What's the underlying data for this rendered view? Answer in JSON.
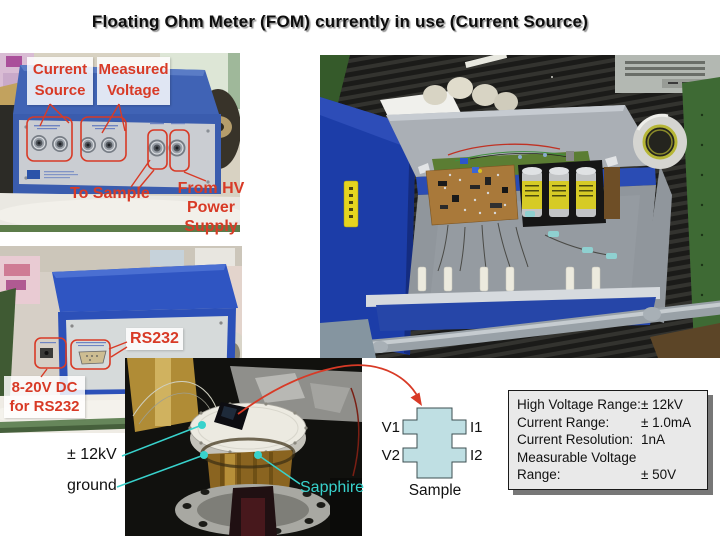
{
  "slide": {
    "title": "Floating Ohm Meter (FOM) currently in use (Current Source)"
  },
  "front_panel_photo": {
    "label_current_source": "Current Source",
    "label_measured_voltage": "Measured Voltage",
    "label_to_sample": "To Sample",
    "label_from_hv": "From HV Power Supply"
  },
  "back_panel_photo": {
    "label_rs232": "RS232",
    "label_dc_power": "8-20V DC for RS232"
  },
  "sample_photo": {
    "label_high_voltage": "± 12kV",
    "label_ground": "ground",
    "label_sapphire": "Sapphire"
  },
  "sample_diagram": {
    "terminal_v1": "V1",
    "terminal_v2": "V2",
    "terminal_i1": "I1",
    "terminal_i2": "I2",
    "caption": "Sample"
  },
  "specs_box": {
    "rows": [
      {
        "label": "High Voltage Range:",
        "value": "± 12kV"
      },
      {
        "label": "Current Range:",
        "value": "± 1.0mA"
      },
      {
        "label": "Current Resolution:",
        "value": "1nA"
      },
      {
        "label": "Measurable Voltage",
        "value": ""
      },
      {
        "label": "Range:",
        "value": "± 50V"
      }
    ]
  },
  "colors": {
    "annotation_red": "#d83a26",
    "annotation_cyan": "#38d2cc",
    "sample_fill": "#bfdfe3",
    "spec_box_bg": "#e9e9e9"
  }
}
